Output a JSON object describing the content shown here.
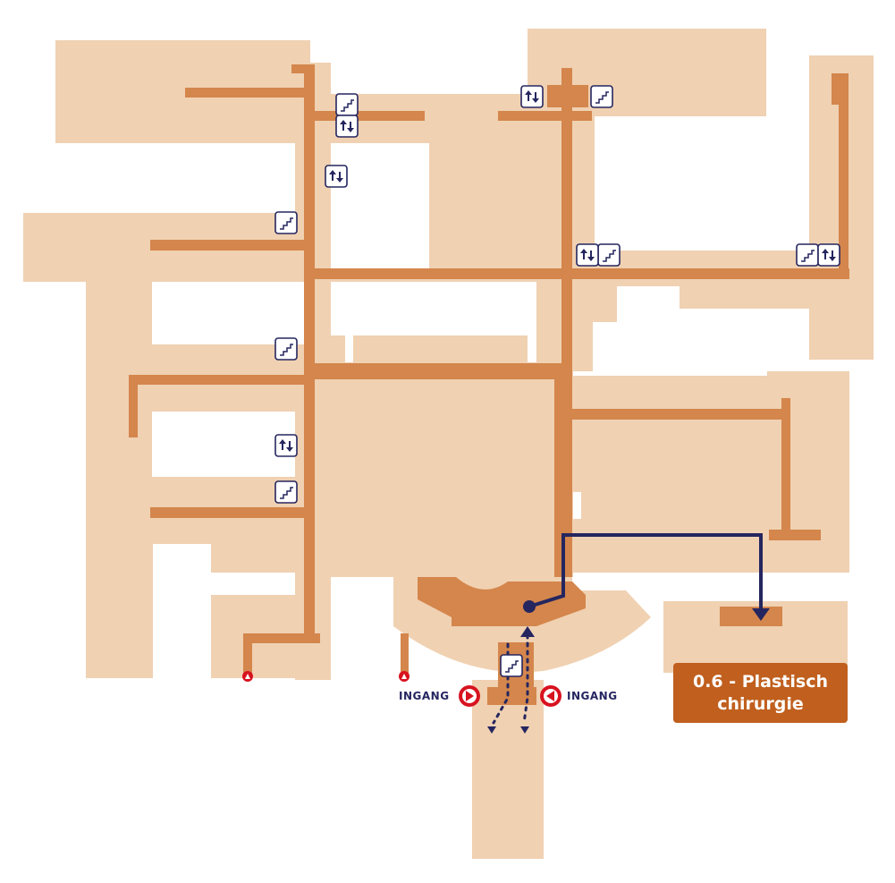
{
  "map": {
    "entrance_label_left": "INGANG",
    "entrance_label_right": "INGANG",
    "destination": {
      "line1": "0.6 -  Plastisch",
      "line2": "chirurgie"
    },
    "icons": [
      "stairs-icon",
      "elevator-icon",
      "entrance-arrow-icon",
      "exit-triangle-icon",
      "route-start-dot-icon",
      "route-end-arrow-icon"
    ]
  },
  "colors": {
    "building": "#f0d1b2",
    "corridor": "#d4864c",
    "route": "#25265f",
    "destination_bg": "#c05f1e",
    "entrance_red": "#d8121f",
    "icon_stroke": "#25265f"
  }
}
